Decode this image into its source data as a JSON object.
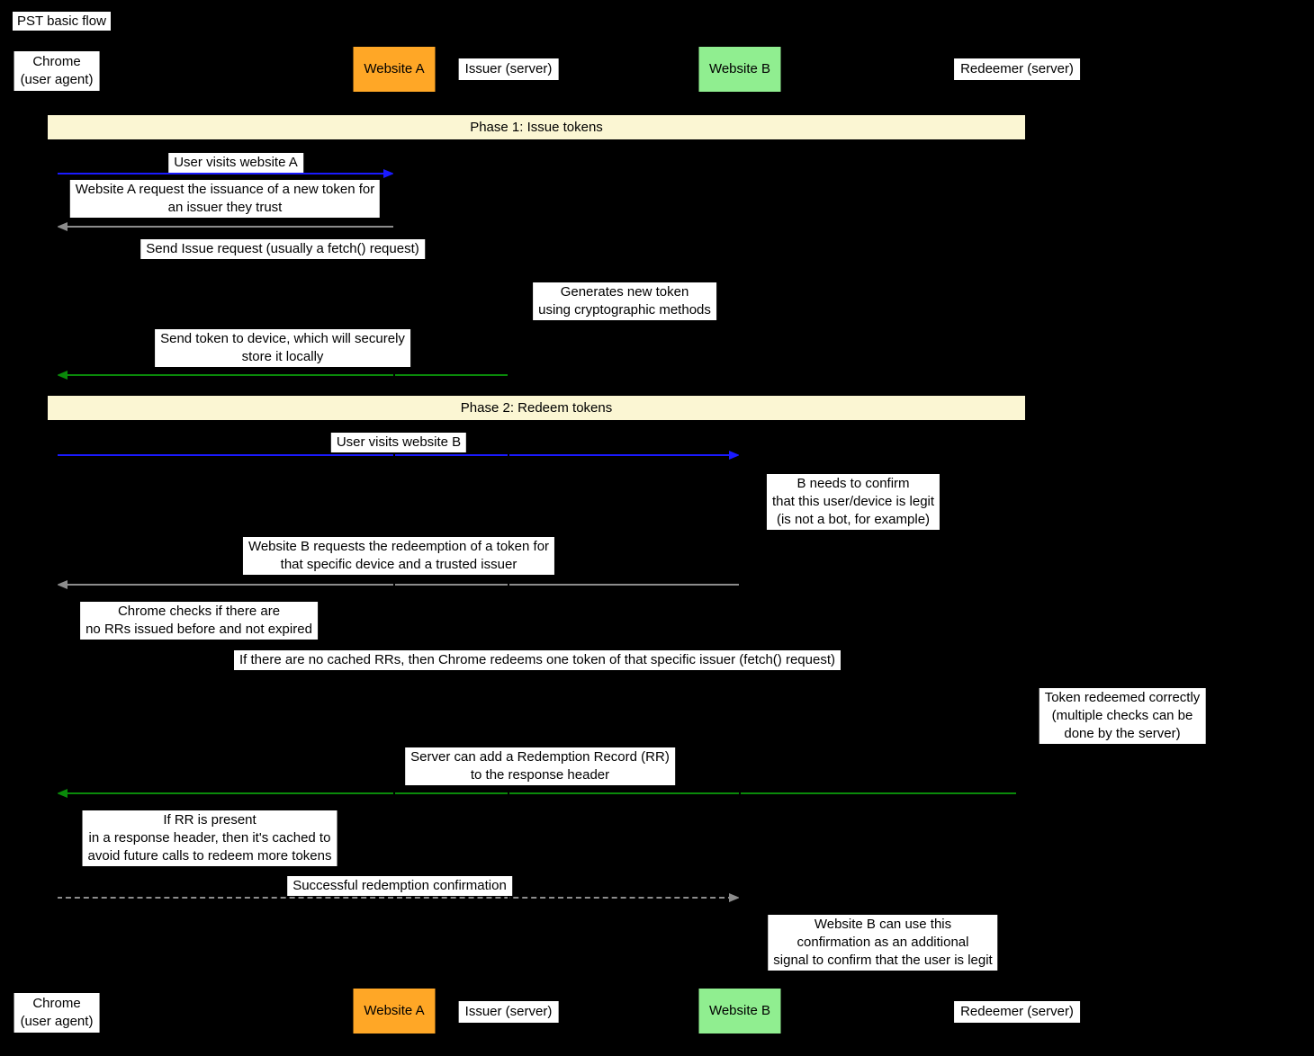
{
  "title": "PST basic flow",
  "actors": {
    "chrome": "Chrome\n(user agent)",
    "website_a": "Website A",
    "issuer": "Issuer (server)",
    "website_b": "Website B",
    "redeemer": "Redeemer (server)"
  },
  "phases": {
    "phase1": "Phase 1: Issue tokens",
    "phase2": "Phase 2: Redeem tokens"
  },
  "messages": {
    "user_visits_a": "User visits website A",
    "request_issuance": "Website A request the issuance of a new token for\nan issuer they trust",
    "send_issue_request": "Send Issue request (usually a fetch() request)",
    "generates_token": "Generates new token\nusing cryptographic methods",
    "send_token_to_device": "Send token to device, which will securely\nstore it locally",
    "user_visits_b": "User visits website B",
    "b_needs_confirm": "B needs to confirm\nthat this user/device is legit\n(is not a bot, for example)",
    "request_redemption": "Website B requests the redeemption of a token for\nthat specific device and a trusted issuer",
    "chrome_checks_rr": "Chrome checks if there are\nno RRs issued before and not expired",
    "redeem_if_no_cached": "If there are no cached RRs, then Chrome redeems one token of that specific issuer (fetch() request)",
    "token_redeemed": "Token redeemed correctly\n(multiple checks can be\ndone by the server)",
    "server_adds_rr": "Server can add a Redemption Record (RR)\nto the response header",
    "rr_cached": "If RR is present\nin a response header, then it's cached to\navoid future calls to redeem more tokens",
    "redemption_confirmation": "Successful redemption confirmation",
    "b_uses_confirmation": "Website B can use this\nconfirmation as an additional\nsignal to confirm that the user is legit"
  },
  "colors": {
    "website-a-fill": "#FFA726",
    "website-b-fill": "#90EE90",
    "phase-fill": "#FBF6D3",
    "arrow-blue": "#1A1AFF",
    "arrow-gray": "#8C8C8C",
    "arrow-green": "#0A8A0A",
    "arrow-black": "#000000"
  }
}
